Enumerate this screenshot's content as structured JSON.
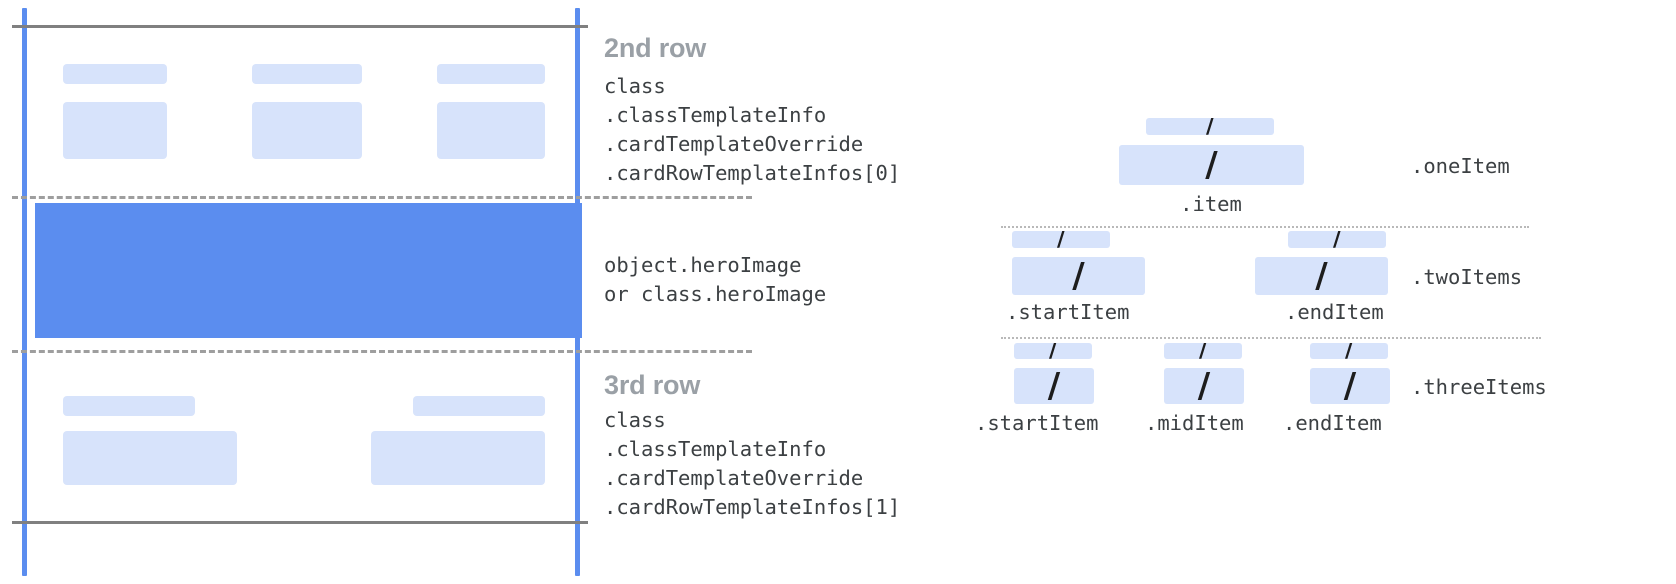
{
  "left_panel": {
    "rows": [
      {
        "title": "2nd row",
        "code": "class\n.classTemplateInfo\n.cardTemplateOverride\n.cardRowTemplateInfos[0]",
        "placeholders_small": 3,
        "placeholders_large": 3
      },
      {
        "title": "",
        "code": "object.heroImage\nor class.heroImage",
        "hero": true
      },
      {
        "title": "3rd row",
        "code": "class\n.classTemplateInfo\n.cardTemplateOverride\n.cardRowTemplateInfos[1]",
        "placeholders_small": 2,
        "placeholders_large": 2
      }
    ]
  },
  "right_panel": {
    "groups": [
      {
        "name": ".oneItem",
        "items": [
          {
            "label": ".item",
            "glyph": "/"
          }
        ]
      },
      {
        "name": ".twoItems",
        "items": [
          {
            "label": ".startItem",
            "glyph": "/"
          },
          {
            "label": ".endItem",
            "glyph": "/"
          }
        ]
      },
      {
        "name": ".threeItems",
        "items": [
          {
            "label": ".startItem",
            "glyph": "/"
          },
          {
            "label": ".midItem",
            "glyph": "/"
          },
          {
            "label": ".endItem",
            "glyph": "/"
          }
        ]
      }
    ]
  },
  "colors": {
    "placeholder": "#d7e3fb",
    "hero": "#5b8def",
    "guide_line": "#5b8def",
    "frame_line": "#808080",
    "divider_line": "#9e9e9e",
    "title_text": "#9aa0a6",
    "code_text": "#3c4043"
  }
}
